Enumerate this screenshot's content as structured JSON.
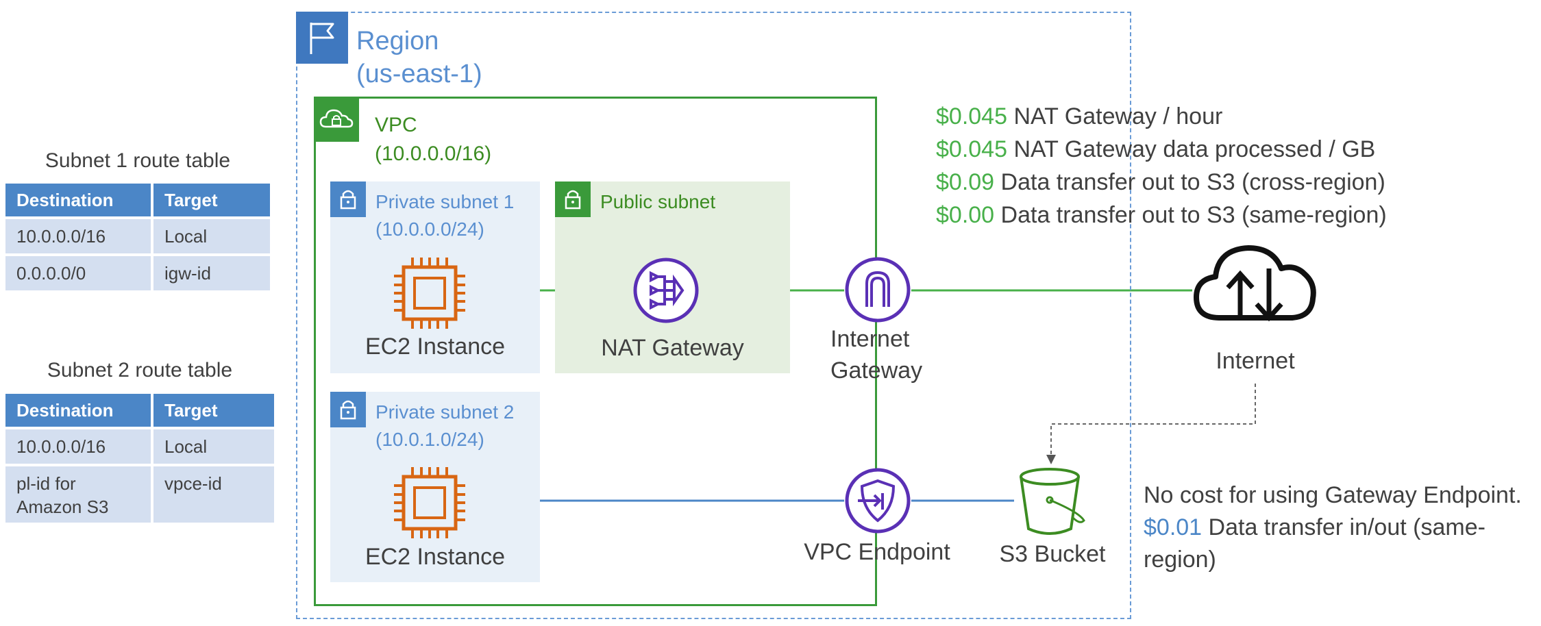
{
  "region": {
    "title": "Region",
    "subtitle": "(us-east-1)",
    "icon": "flag-icon"
  },
  "vpc": {
    "title": "VPC",
    "cidr": "(10.0.0.0/16)",
    "icon": "cloud-lock-icon"
  },
  "subnets": {
    "private1": {
      "title": "Private subnet 1",
      "cidr": "(10.0.0.0/24)",
      "icon": "lock-icon"
    },
    "public": {
      "title": "Public subnet",
      "icon": "lock-icon"
    },
    "private2": {
      "title": "Private subnet 2",
      "cidr": "(10.0.1.0/24)",
      "icon": "lock-icon"
    }
  },
  "nodes": {
    "ec2_1": "EC2 Instance",
    "ec2_2": "EC2 Instance",
    "nat": "NAT Gateway",
    "igw_line1": "Internet",
    "igw_line2": "Gateway",
    "vpce": "VPC Endpoint",
    "s3": "S3 Bucket",
    "internet": "Internet"
  },
  "route_tables": [
    {
      "title": "Subnet 1 route table",
      "headers": [
        "Destination",
        "Target"
      ],
      "rows": [
        [
          "10.0.0.0/16",
          "Local"
        ],
        [
          "0.0.0.0/0",
          "igw-id"
        ]
      ]
    },
    {
      "title": "Subnet 2 route table",
      "headers": [
        "Destination",
        "Target"
      ],
      "rows": [
        [
          "10.0.0.0/16",
          "Local"
        ],
        [
          "pl-id for",
          "vpce-id"
        ]
      ],
      "row2_extra": "Amazon S3"
    }
  ],
  "pricing": [
    {
      "price": "$0.045",
      "desc": "NAT Gateway / hour"
    },
    {
      "price": "$0.045",
      "desc": "NAT Gateway data processed / GB"
    },
    {
      "price": "$0.09",
      "desc": "Data transfer out to S3 (cross-region)"
    },
    {
      "price": "$0.00",
      "desc": "Data transfer out to S3 (same-region)"
    }
  ],
  "endpoint_cost": {
    "note": "No cost for using Gateway Endpoint.",
    "price": "$0.01",
    "desc": "Data transfer in/out (same-region)"
  },
  "colors": {
    "region": "#3f78bf",
    "vpc": "#3a9a3a",
    "ec2": "#d86613",
    "gateway": "#5a30b5",
    "s3": "#3c8c22",
    "price_green": "#48b04a",
    "price_blue": "#4b86c7"
  }
}
